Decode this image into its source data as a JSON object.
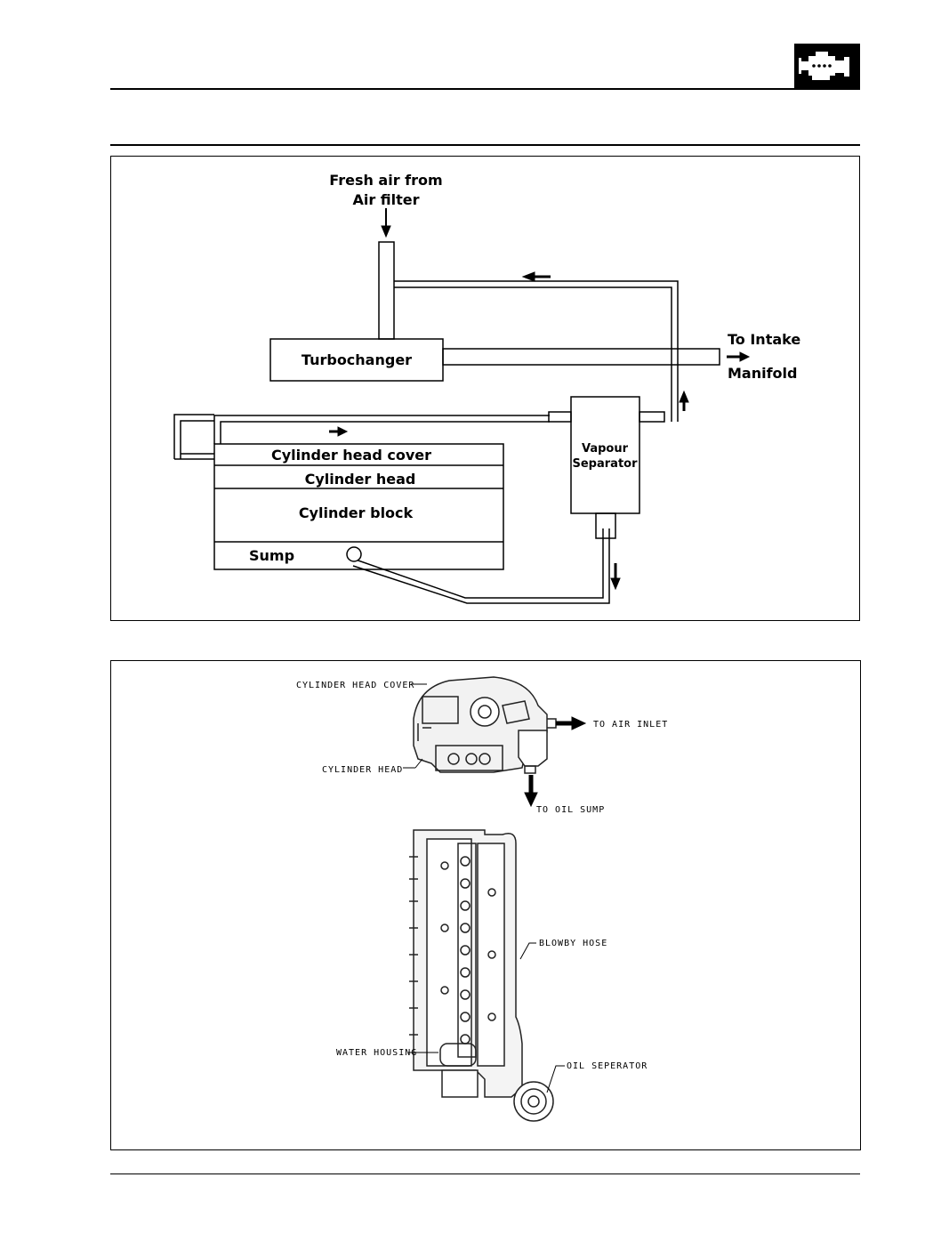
{
  "header": {
    "logo_icon": "engine-icon"
  },
  "flow_diagram": {
    "fresh_air_line1": "Fresh air from",
    "fresh_air_line2": "Air filter",
    "turbo": "Turbochanger",
    "to_intake_line1": "To Intake",
    "to_intake_line2": "Manifold",
    "vapour_line1": "Vapour",
    "vapour_line2": "Separator",
    "head_cover": "Cylinder head cover",
    "head": "Cylinder head",
    "block": "Cylinder block",
    "sump": "Sump"
  },
  "engine_drawing": {
    "cylinder_head_cover": "CYLINDER HEAD COVER",
    "to_air_inlet": "TO AIR INLET",
    "cylinder_head": "CYLINDER HEAD",
    "to_oil_sump": "TO OIL SUMP",
    "blowby_hose": "BLOWBY HOSE",
    "water_housing": "WATER HOUSING",
    "oil_separator": "OIL SEPERATOR"
  }
}
